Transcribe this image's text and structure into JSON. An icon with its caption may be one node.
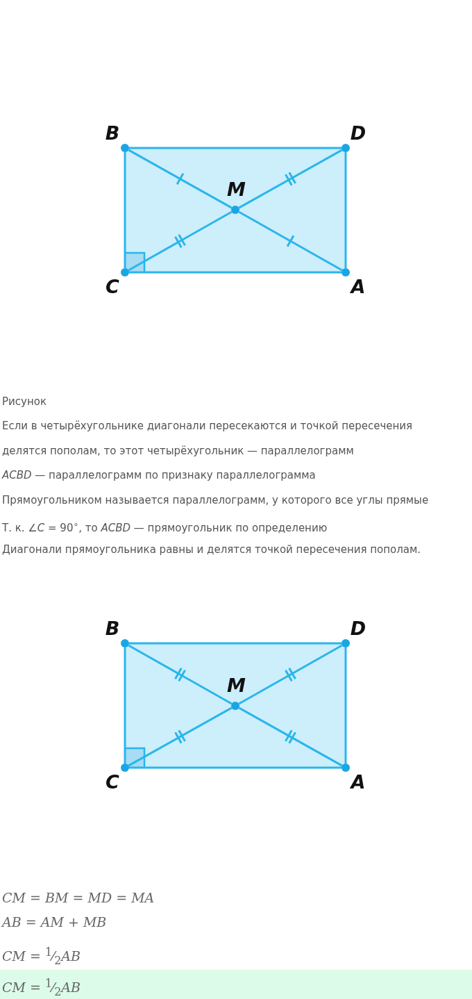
{
  "diagram": {
    "nodes": [
      {
        "text": [
          "B"
        ]
      },
      {
        "text": [
          "D"
        ]
      },
      {
        "text": [
          "M"
        ]
      },
      {
        "text": [
          "C"
        ]
      },
      {
        "text": [
          "A"
        ]
      },
      {
        "text": [
          "B"
        ]
      },
      {
        "text": [
          "D"
        ]
      },
      {
        "text": [
          "M"
        ]
      },
      {
        "text": [
          "C"
        ]
      },
      {
        "text": [
          "A"
        ]
      }
    ],
    "edges": [
      {
        "from": 0,
        "to": 1,
        "arrow": "none"
      },
      {
        "from": 1,
        "to": 4,
        "arrow": "none"
      },
      {
        "from": 4,
        "to": 3,
        "arrow": "none"
      },
      {
        "from": 3,
        "to": 0,
        "arrow": "none"
      },
      {
        "from": 0,
        "to": 2,
        "arrow": "none"
      },
      {
        "from": 2,
        "to": 4,
        "arrow": "none"
      },
      {
        "from": 3,
        "to": 2,
        "arrow": "none"
      },
      {
        "from": 2,
        "to": 1,
        "arrow": "none"
      },
      {
        "from": 5,
        "to": 6,
        "arrow": "none"
      },
      {
        "from": 6,
        "to": 9,
        "arrow": "none"
      },
      {
        "from": 9,
        "to": 8,
        "arrow": "none"
      },
      {
        "from": 8,
        "to": 5,
        "arrow": "none"
      },
      {
        "from": 5,
        "to": 7,
        "arrow": "none"
      },
      {
        "from": 7,
        "to": 9,
        "arrow": "none"
      },
      {
        "from": 8,
        "to": 7,
        "arrow": "none"
      },
      {
        "from": 7,
        "to": 6,
        "arrow": "none"
      }
    ],
    "labels": [
      "Рисунок",
      "Если в четырёхугольнике диагонали пересекаются и точкой пересечения",
      "делятся пополам, то этот четырёхугольник — параллелограмм",
      "*ACBD* — параллелограмм по признаку параллелограмма",
      "Прямоугольником называется параллелограмм, у которого все углы прямые",
      "Т. к. ∠*C* = 90$^{∘}$, то *ACBD* — прямоугольник по определению",
      "Диагонали прямоугольника равны и делятся точкой пересечения пополам.",
      "*CM* = *BM* = *MD* = *MA*",
      "*AB* = *AM* + *MB*",
      "*CM* = $^{1}$⁄$_{2}$*AB*",
      "*CM* = $^{1}$⁄$_{2}$*AB*"
    ]
  }
}
